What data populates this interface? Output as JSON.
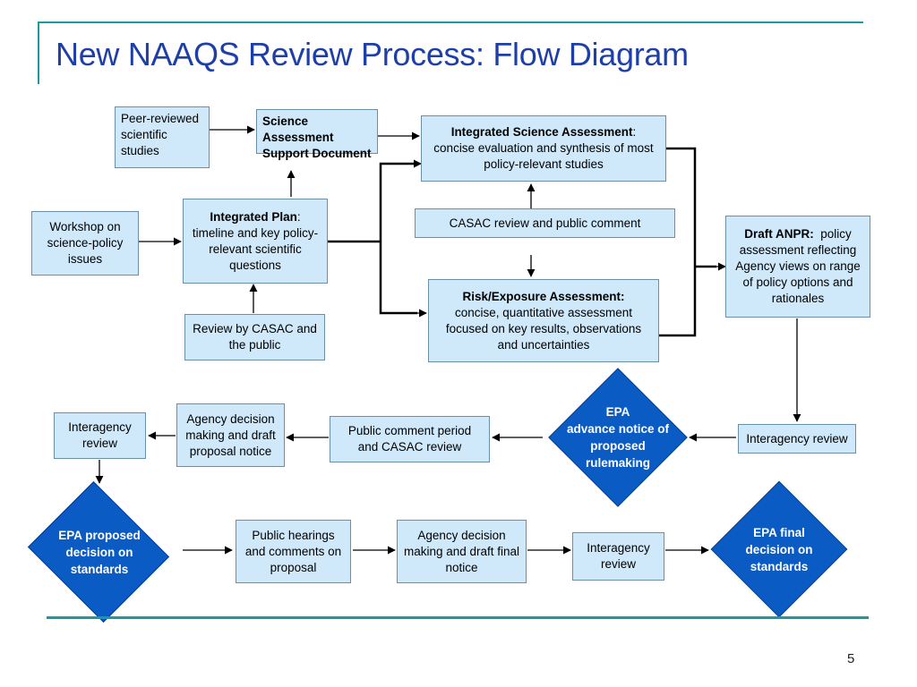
{
  "title": "New NAAQS Review Process:  Flow Diagram",
  "page_number": "5",
  "nodes": {
    "peer_reviewed": {
      "line1": "Peer-reviewed",
      "line2": "scientific",
      "line3": "studies"
    },
    "science_support": {
      "line1": "Science Assessment",
      "line2": "Support Document"
    },
    "integrated_science": {
      "bold": "Integrated Science Assessment",
      "rest": ":",
      "line2": "concise evaluation and synthesis of most",
      "line3": "policy-relevant studies"
    },
    "casac_review_comment": {
      "text": "CASAC review and public comment"
    },
    "workshop": {
      "line1": "Workshop on",
      "line2": "science-policy",
      "line3": "issues"
    },
    "integrated_plan": {
      "bold": "Integrated Plan",
      "rest": ":",
      "line2": "timeline and key policy-",
      "line3": "relevant scientific",
      "line4": "questions"
    },
    "review_casac_public": {
      "line1": "Review by CASAC and",
      "line2": "the public"
    },
    "risk_exposure": {
      "bold": "Risk/Exposure Assessment:",
      "line2": "concise, quantitative assessment",
      "line3": "focused on key results, observations",
      "line4": "and uncertainties"
    },
    "draft_anpr": {
      "bold": "Draft ANPR:",
      "rest": "  policy",
      "line2": "assessment reflecting",
      "line3": "Agency views on range",
      "line4": "of policy options and",
      "line5": "rationales"
    },
    "interagency_review_right": {
      "text": "Interagency review"
    },
    "epa_anpr": {
      "line1": "EPA",
      "line2": "advance notice of",
      "line3": "proposed",
      "line4": "rulemaking"
    },
    "public_comment_period": {
      "line1": "Public comment period",
      "line2": "and CASAC review"
    },
    "agency_decision_draft": {
      "line1": "Agency decision",
      "line2": "making and draft",
      "line3": "proposal notice"
    },
    "interagency_review_left": {
      "line1": "Interagency",
      "line2": "review"
    },
    "epa_proposed": {
      "line1": "EPA proposed",
      "line2": "decision on",
      "line3": "standards"
    },
    "public_hearings": {
      "line1": "Public hearings",
      "line2": "and comments on",
      "line3": "proposal"
    },
    "agency_decision_final": {
      "line1": "Agency decision",
      "line2": "making and draft final",
      "line3": "notice"
    },
    "interagency_review_bottom": {
      "line1": "Interagency",
      "line2": "review"
    },
    "epa_final": {
      "line1": "EPA final",
      "line2": "decision on",
      "line3": "standards"
    }
  },
  "colors": {
    "box_fill": "#cfe8fa",
    "diamond_fill": "#0b5bc5",
    "title": "#1f3fa8",
    "accent": "#1a9a9c"
  }
}
